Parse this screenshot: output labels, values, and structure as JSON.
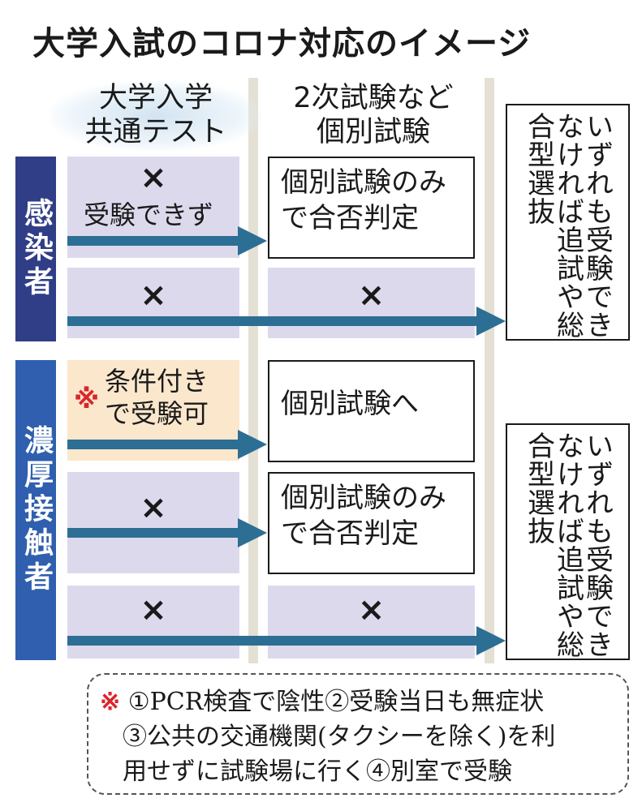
{
  "title": "大学入試のコロナ対応のイメージ",
  "columns": {
    "common_test": [
      "大学入学",
      "共通テスト"
    ],
    "individual": [
      "2次試験など",
      "個別試験"
    ]
  },
  "groups": {
    "infected": "感染者",
    "close_contact": "濃厚接触者"
  },
  "cells": {
    "cross": "×",
    "cannot_take": "受験できず",
    "individual_only": [
      "個別試験のみ",
      "で合否判定"
    ],
    "to_individual": "個別試験へ",
    "conditional_mark": "※",
    "conditional": [
      "条件付き",
      "で受験可"
    ]
  },
  "makeup": "いずれも受験できなければ追試や総合型選抜",
  "note": {
    "mark": "※",
    "lines": [
      "①PCR検査で陰性②受験当日も無症状",
      "③公共の交通機関(タクシーを除く)を利",
      "用せずに試験場に行く④別室で受験"
    ]
  },
  "colors": {
    "infected_bar": "#2f3e86",
    "contact_bar": "#2f5fae",
    "arrow": "#2d6e94",
    "cell": "#ddd9ed",
    "cell_conditional": "#fbe7cc",
    "mark": "#d8262c"
  }
}
